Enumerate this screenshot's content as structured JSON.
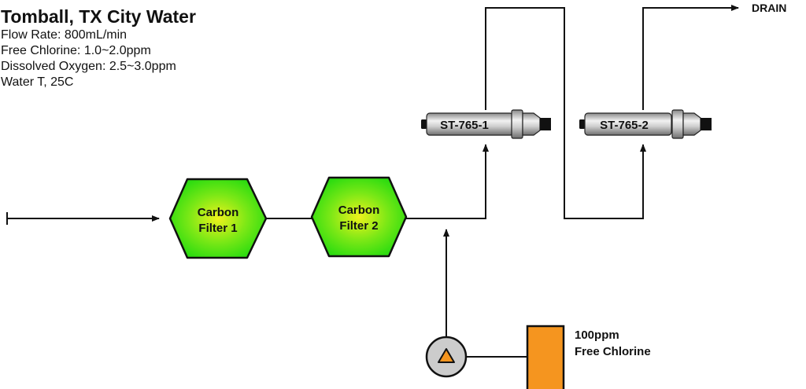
{
  "header": {
    "title": "Tomball, TX City Water",
    "lines": [
      "Flow Rate: 800mL/min",
      "Free Chlorine: 1.0~2.0ppm",
      "Dissolved Oxygen: 2.5~3.0ppm",
      "Water T, 25C"
    ]
  },
  "filters": [
    {
      "line1": "Carbon",
      "line2": "Filter 1"
    },
    {
      "line1": "Carbon",
      "line2": "Filter 2"
    }
  ],
  "sensors": [
    {
      "label": "ST-765-1"
    },
    {
      "label": "ST-765-2"
    }
  ],
  "drain_label": "DRAIN",
  "chlorine_tank": {
    "line1": "100ppm",
    "line2": "Free Chlorine"
  },
  "colors": {
    "filter_green": "#33e010",
    "filter_center": "#e8f020",
    "tank_orange": "#f5951f",
    "pump_gray": "#cccccc"
  }
}
